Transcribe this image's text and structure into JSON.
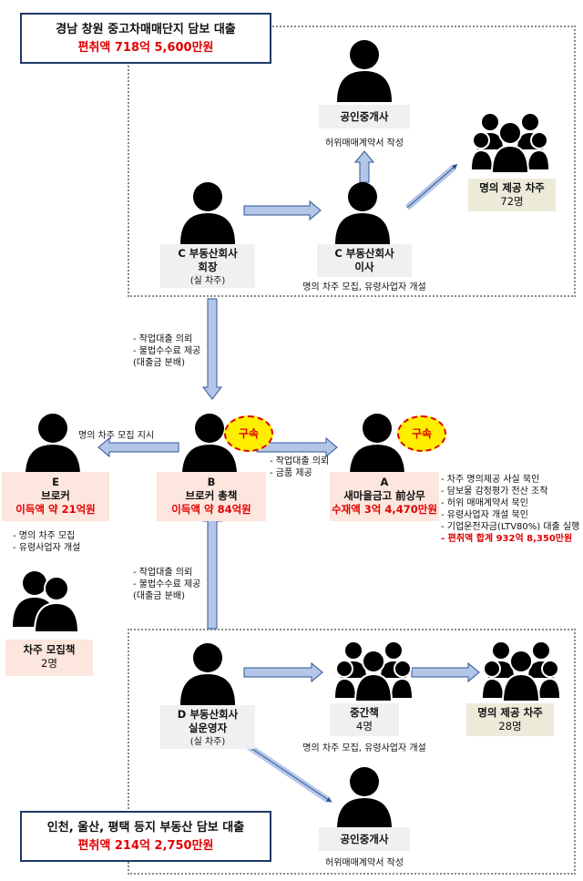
{
  "titles": {
    "top": {
      "line1": "경남 창원 중고차매매단지 담보 대출",
      "line2": "편취액 718억 5,600만원"
    },
    "bottom": {
      "line1": "인천, 울산, 평택 등지 부동산 담보 대출",
      "line2": "편취액 214억 2,750만원"
    }
  },
  "nodes": {
    "broker_top": {
      "label": "공인중개사",
      "caption": "허위매매계약서 작성"
    },
    "c_chair": {
      "line1": "C 부동산회사",
      "line2": "회장",
      "line3": "(실 차주)"
    },
    "c_director": {
      "line1": "C 부동산회사",
      "line2": "이사",
      "caption": "명의 차주 모집, 유령사업자 개설"
    },
    "name_72": {
      "line1": "명의 제공 차주",
      "line2": "72명"
    },
    "e": {
      "line1": "E",
      "line2": "브로커",
      "line3": "이득액 약 21억원"
    },
    "b": {
      "line1": "B",
      "line2": "브로커 총책",
      "line3": "이득액 약 84억원"
    },
    "a": {
      "line1": "A",
      "line2": "새마을금고 前상무",
      "line3": "수재액 3억 4,470만원"
    },
    "recruit_2": {
      "line1": "차주 모집책",
      "line2": "2명"
    },
    "d": {
      "line1": "D 부동산회사",
      "line2": "실운영자",
      "line3": "(실 차주)"
    },
    "middle_4": {
      "line1": "중간책",
      "line2": "4명",
      "caption": "명의 차주 모집, 유령사업자 개설"
    },
    "name_28": {
      "line1": "명의 제공 차주",
      "line2": "28명"
    },
    "broker_bottom": {
      "label": "공인중개사",
      "caption": "허위매매계약서 작성"
    }
  },
  "badges": {
    "b": "구속",
    "a": "구속"
  },
  "notes": {
    "c_to_b": [
      "- 작업대출 의뢰",
      "- 불법수수료 제공",
      "(대출금 분배)"
    ],
    "b_to_e": "명의 차주 모집 지시",
    "b_to_a": [
      "- 작업대출 의뢰",
      "- 금품 제공"
    ],
    "e_tasks": [
      "- 명의 차주 모집",
      "- 유령사업자 개설"
    ],
    "a_tasks": [
      "- 차주 명의제공 사실 묵인",
      "- 담보물 감정평가 전산 조작",
      "- 허위 매매계약서 묵인",
      "- 유령사업자 개설 묵인",
      "- 기업운전자금(LTV80%) 대출 실행"
    ],
    "a_total": "- 편취액 합계 932억 8,350만원",
    "d_to_b": [
      "- 작업대출 의뢰",
      "- 불법수수료 제공",
      "(대출금 분배)"
    ]
  },
  "colors": {
    "arrow_fill": "#b4c6e7",
    "arrow_stroke": "#2f5597",
    "frame": "#1f3a66",
    "accent_red": "#e00000",
    "badge_fill": "#ffee00"
  }
}
